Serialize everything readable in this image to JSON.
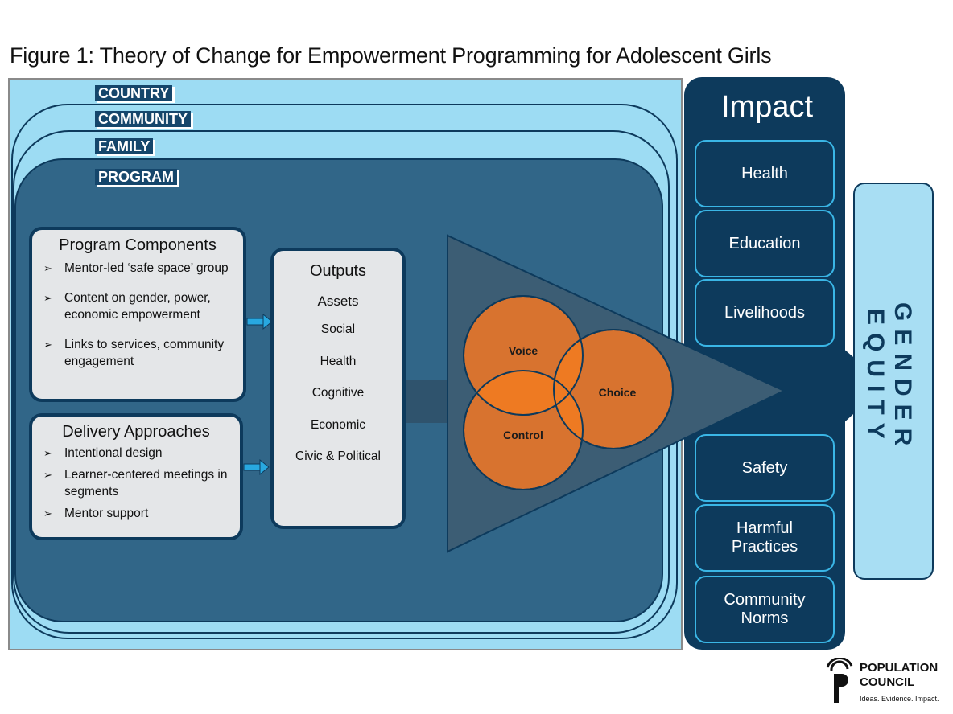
{
  "title": "Figure 1: Theory of Change for Empowerment Programming for Adolescent Girls",
  "levels": [
    "COUNTRY",
    "COMMUNITY",
    "FAMILY",
    "PROGRAM"
  ],
  "program_components": {
    "heading": "Program Components",
    "items": [
      "Mentor-led ‘safe space’ group",
      "Content on gender, power, economic empowerment",
      "Links to services, community engagement"
    ]
  },
  "delivery_approaches": {
    "heading": "Delivery Approaches",
    "items": [
      "Intentional design",
      "Learner-centered meetings in segments",
      "Mentor support"
    ]
  },
  "outputs": {
    "heading": "Outputs",
    "subheading": "Assets",
    "items": [
      "Social",
      "Health",
      "Cognitive",
      "Economic",
      "Civic & Political"
    ]
  },
  "circles": {
    "voice": "Voice",
    "choice": "Choice",
    "control": "Control"
  },
  "impact": {
    "heading": "Impact",
    "top": [
      "Health",
      "Education",
      "Livelihoods"
    ],
    "bottom": [
      "Safety",
      "Harmful Practices",
      "Community Norms"
    ]
  },
  "outcome": "GENDER EQUITY",
  "logo": {
    "line1": "POPULATION",
    "line2": "COUNCIL",
    "tagline": "Ideas. Evidence. Impact."
  },
  "colors": {
    "dark_navy": "#0d3a5c",
    "light_blue": "#9ddcf3",
    "program_blue": "#316688",
    "circle_orange": "#d8732f",
    "overlap_orange": "#ee7a22"
  }
}
